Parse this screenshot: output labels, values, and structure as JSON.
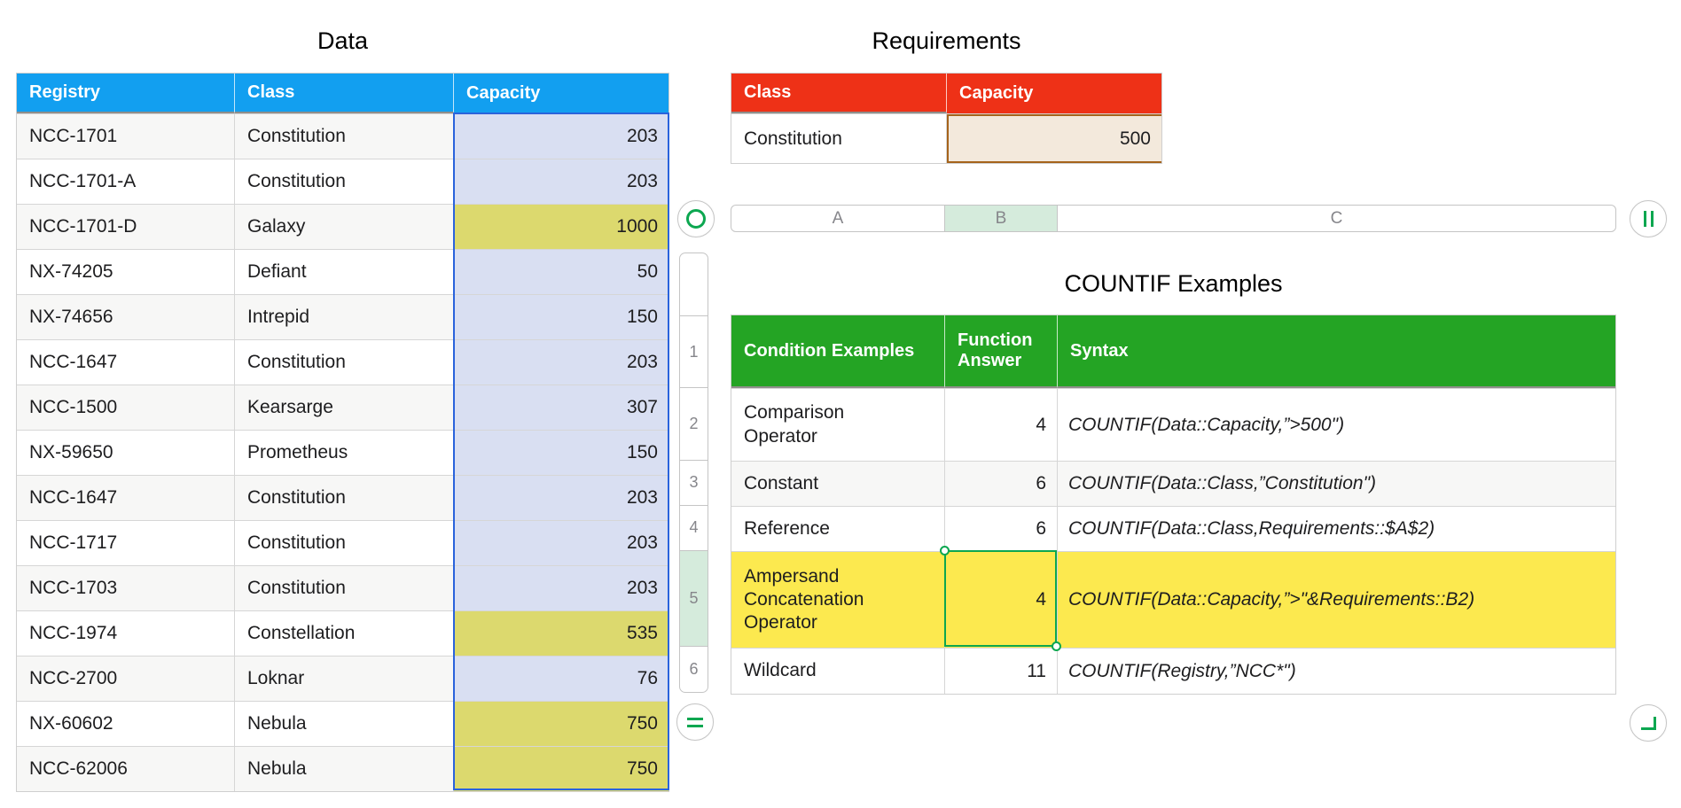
{
  "titles": {
    "data": "Data",
    "requirements": "Requirements",
    "countif": "COUNTIF Examples"
  },
  "data_table": {
    "headers": [
      "Registry",
      "Class",
      "Capacity"
    ],
    "rows": [
      {
        "registry": "NCC-1701",
        "class": "Constitution",
        "capacity": "203",
        "highlight": false
      },
      {
        "registry": "NCC-1701-A",
        "class": "Constitution",
        "capacity": "203",
        "highlight": false
      },
      {
        "registry": "NCC-1701-D",
        "class": "Galaxy",
        "capacity": "1000",
        "highlight": true
      },
      {
        "registry": "NX-74205",
        "class": "Defiant",
        "capacity": "50",
        "highlight": false
      },
      {
        "registry": "NX-74656",
        "class": "Intrepid",
        "capacity": "150",
        "highlight": false
      },
      {
        "registry": "NCC-1647",
        "class": "Constitution",
        "capacity": "203",
        "highlight": false
      },
      {
        "registry": "NCC-1500",
        "class": "Kearsarge",
        "capacity": "307",
        "highlight": false
      },
      {
        "registry": "NX-59650",
        "class": "Prometheus",
        "capacity": "150",
        "highlight": false
      },
      {
        "registry": "NCC-1647",
        "class": "Constitution",
        "capacity": "203",
        "highlight": false
      },
      {
        "registry": "NCC-1717",
        "class": "Constitution",
        "capacity": "203",
        "highlight": false
      },
      {
        "registry": "NCC-1703",
        "class": "Constitution",
        "capacity": "203",
        "highlight": false
      },
      {
        "registry": "NCC-1974",
        "class": "Constellation",
        "capacity": "535",
        "highlight": true
      },
      {
        "registry": "NCC-2700",
        "class": "Loknar",
        "capacity": "76",
        "highlight": false
      },
      {
        "registry": "NX-60602",
        "class": "Nebula",
        "capacity": "750",
        "highlight": true
      },
      {
        "registry": "NCC-62006",
        "class": "Nebula",
        "capacity": "750",
        "highlight": true
      }
    ]
  },
  "requirements_table": {
    "headers": [
      "Class",
      "Capacity"
    ],
    "row": {
      "class": "Constitution",
      "capacity": "500"
    }
  },
  "sheet": {
    "column_labels": [
      "A",
      "B",
      "C"
    ],
    "selected_column": "B",
    "row_labels": [
      "1",
      "2",
      "3",
      "4",
      "5",
      "6"
    ],
    "selected_row": "5",
    "icons": {
      "table_handle": "green-ring-circle",
      "add_columns": "double-vertical-bar",
      "add_rows": "equals-bars",
      "resize_table": "corner-bracket"
    }
  },
  "countif_table": {
    "headers": [
      "Condition Examples",
      "Function Answer",
      "Syntax"
    ],
    "rows": [
      {
        "condition": "Comparison Operator",
        "answer": "4",
        "syntax": "COUNTIF(Data::Capacity,”>500\")"
      },
      {
        "condition": "Constant",
        "answer": "6",
        "syntax": "COUNTIF(Data::Class,”Constitution\")"
      },
      {
        "condition": "Reference",
        "answer": "6",
        "syntax": "COUNTIF(Data::Class,Requirements::$A$2)"
      },
      {
        "condition": "Ampersand Concatenation Operator",
        "answer": "4",
        "syntax": "COUNTIF(Data::Capacity,”>\"&Requirements::B2)"
      },
      {
        "condition": "Wildcard",
        "answer": "11",
        "syntax": "COUNTIF(Registry,”NCC*\")"
      }
    ]
  },
  "colors": {
    "header_blue": "#129ff0",
    "header_red": "#ee3117",
    "header_green": "#24a424",
    "lavender": "#d9dff2",
    "olive": "#dcd96e",
    "row_yellow": "#fce94f",
    "beige": "#f3e9dc",
    "alt_row": "#f7f7f6",
    "tint_green": "#d5ebdc",
    "selection_blue": "#2a63dc",
    "selection_brown": "#a5631b",
    "selection_green": "#0ca750"
  }
}
